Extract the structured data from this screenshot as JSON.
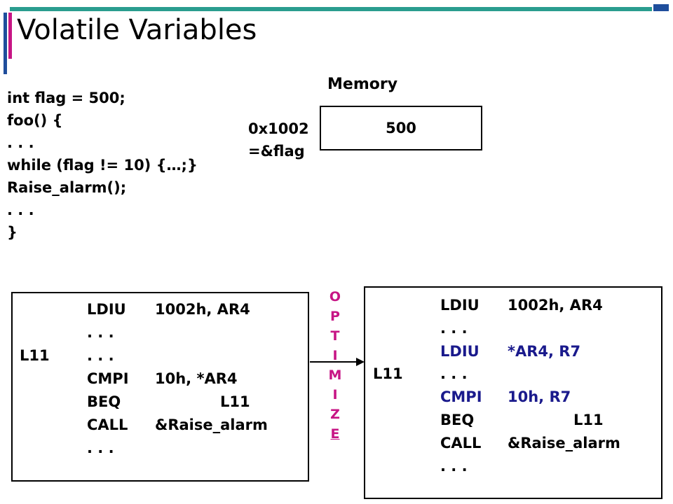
{
  "title": "Volatile Variables",
  "code": [
    "int flag = 500;",
    "foo() {",
    ". . .",
    "while (flag != 10) {…;}",
    "Raise_alarm();",
    ". . .",
    "}"
  ],
  "memory": {
    "label": "Memory",
    "value": "500",
    "address": "0x1002",
    "address_alias": "=&flag"
  },
  "left_asm": {
    "label": "L11",
    "rows": [
      {
        "op": "LDIU",
        "arg": "1002h, AR4"
      },
      {
        "op": ". . .",
        "arg": ""
      },
      {
        "op": ". . .",
        "arg": ""
      },
      {
        "op": "CMPI",
        "arg": "10h, *AR4"
      },
      {
        "op": "BEQ",
        "arg": "L11"
      },
      {
        "op": "CALL",
        "arg": "&Raise_alarm"
      },
      {
        "op": ". . .",
        "arg": ""
      }
    ]
  },
  "right_asm": {
    "label": "L11",
    "rows": [
      {
        "op": "LDIU",
        "arg": "1002h, AR4"
      },
      {
        "op": ". . .",
        "arg": ""
      },
      {
        "op": "LDIU",
        "arg": "*AR4, R7"
      },
      {
        "op": ". . .",
        "arg": ""
      },
      {
        "op": "CMPI",
        "arg": "10h, R7"
      },
      {
        "op": "BEQ",
        "arg": "L11"
      },
      {
        "op": "CALL",
        "arg": "&Raise_alarm"
      },
      {
        "op": ". . .",
        "arg": ""
      }
    ]
  },
  "optimize_label": [
    "O",
    "P",
    "T",
    "I",
    "M",
    "I",
    "Z",
    "E"
  ],
  "colors": {
    "accent_teal": "#2a9d8f",
    "accent_blue": "#1f4e9c",
    "accent_pink": "#c71585",
    "highlight_code": "#1a1a8c"
  }
}
